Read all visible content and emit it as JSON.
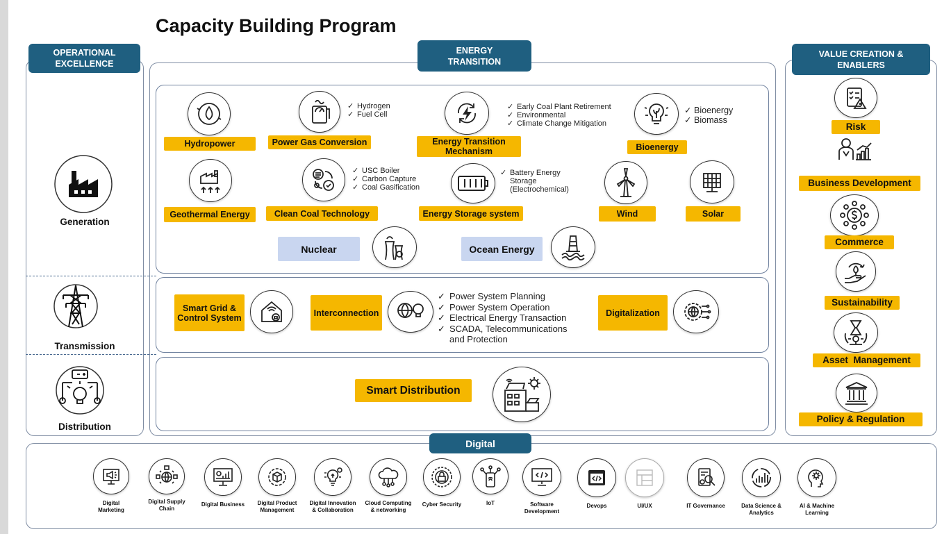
{
  "title": "Capacity Building Program",
  "colors": {
    "header_blue": "#1f5f80",
    "label_yellow": "#f5b700",
    "label_blue": "#c9d6f0",
    "border": "#6f819e"
  },
  "operational": {
    "header": [
      "OPERATIONAL",
      "EXCELLENCE"
    ],
    "generation": "Generation",
    "transmission": "Transmission",
    "distribution": "Distribution"
  },
  "energy": {
    "header": [
      "ENERGY",
      "TRANSITION"
    ],
    "hydropower": "Hydropower",
    "power_gas": "Power Gas Conversion",
    "power_gas_checks": [
      "Hydrogen",
      "Fuel Cell"
    ],
    "etm": [
      "Energy Transition",
      "Mechanism"
    ],
    "etm_checks": [
      "Early Coal Plant Retirement",
      "Environmental",
      "Climate Change Mitigation"
    ],
    "bioenergy": "Bioenergy",
    "bioenergy_checks": [
      "Bioenergy",
      "Biomass"
    ],
    "geothermal": "Geothermal Energy",
    "clean_coal": "Clean Coal Technology",
    "clean_coal_checks": [
      "USC Boiler",
      "Carbon Capture",
      "Coal Gasification"
    ],
    "storage": "Energy Storage system",
    "storage_checks": [
      "Battery Energy",
      "Storage",
      "(Electrochemical)"
    ],
    "wind": "Wind",
    "solar": "Solar",
    "nuclear": "Nuclear",
    "ocean": "Ocean Energy",
    "smart_grid": [
      "Smart Grid &",
      "Control System"
    ],
    "interconnection": "Interconnection",
    "inter_checks": [
      "Power System Planning",
      "Power System Operation",
      "Electrical Energy Transaction",
      "SCADA, Telecommunications",
      "and Protection"
    ],
    "digitalization": "Digitalization",
    "smart_distribution": "Smart Distribution"
  },
  "value": {
    "header": [
      "VALUE CREATION &",
      "ENABLERS"
    ],
    "items": [
      "Risk",
      "Business Development",
      "Commerce",
      "Sustainability",
      "Asset  Management",
      "Policy & Regulation"
    ]
  },
  "digital": {
    "header": "Digital",
    "items": [
      [
        "Digital",
        "Marketing"
      ],
      [
        "Digital Supply",
        "Chain"
      ],
      [
        "Digital Business",
        ""
      ],
      [
        "Digital Product",
        "Management"
      ],
      [
        "Digital Innovation",
        "& Collaboration"
      ],
      [
        "Cloud Computing",
        "& networking"
      ],
      [
        "Cyber Security",
        ""
      ],
      [
        "IoT",
        ""
      ],
      [
        "Software",
        "Development"
      ],
      [
        "Devops",
        ""
      ],
      [
        "UI/UX",
        ""
      ],
      [
        "IT Governance",
        ""
      ],
      [
        "Data Science &",
        "Analytics"
      ],
      [
        "AI & Machine",
        "Learning"
      ]
    ]
  }
}
